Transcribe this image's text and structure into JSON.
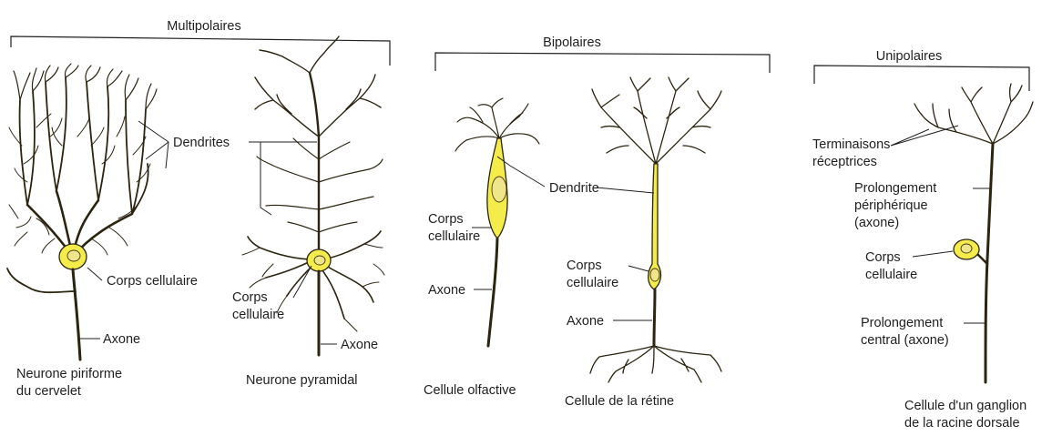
{
  "groups": {
    "multipolaires": "Multipolaires",
    "bipolaires": "Bipolaires",
    "unipolaires": "Unipolaires"
  },
  "labels": {
    "dendrites": "Dendrites",
    "corps_cellulaire_1": "Corps cellulaire",
    "axone_1": "Axone",
    "corps_cellulaire_2_line1": "Corps",
    "corps_cellulaire_2_line2": "cellulaire",
    "axone_2": "Axone",
    "dendrite_bipolar": "Dendrite",
    "corps_cellulaire_3_line1": "Corps",
    "corps_cellulaire_3_line2": "cellulaire",
    "axone_3": "Axone",
    "corps_cellulaire_4_line1": "Corps",
    "corps_cellulaire_4_line2": "cellulaire",
    "axone_4": "Axone",
    "terminaisons_line1": "Terminaisons",
    "terminaisons_line2": "réceptrices",
    "prolongement_periph_line1": "Prolongement",
    "prolongement_periph_line2": "périphérique",
    "prolongement_periph_line3": "(axone)",
    "corps_cellulaire_5_line1": "Corps",
    "corps_cellulaire_5_line2": "cellulaire",
    "prolongement_central_line1": "Prolongement",
    "prolongement_central_line2": "central (axone)"
  },
  "captions": {
    "piriforme_line1": "Neurone piriforme",
    "piriforme_line2": "du cervelet",
    "pyramidal": "Neurone pyramidal",
    "olfactive": "Cellule olfactive",
    "retine": "Cellule de la rétine",
    "ganglion_line1": "Cellule d'un ganglion",
    "ganglion_line2": "de la racine dorsale"
  },
  "colors": {
    "cell_fill": "#f3ec4a",
    "outline": "#2b2410",
    "text": "#1f1f1f"
  }
}
